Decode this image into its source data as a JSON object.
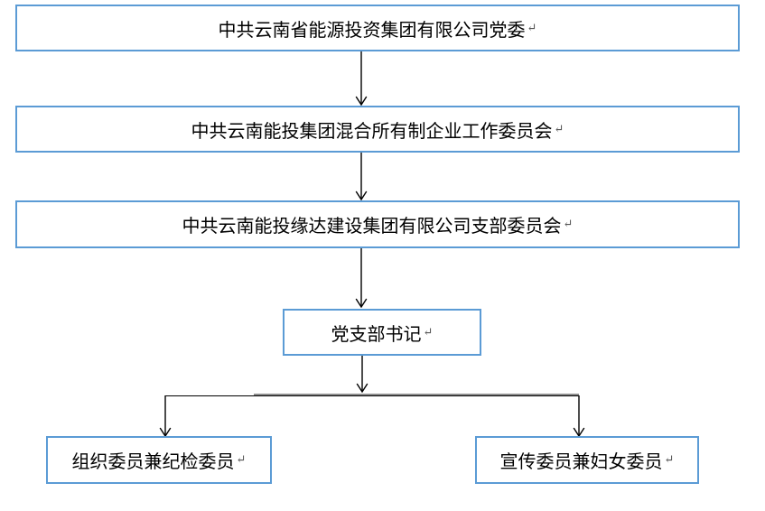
{
  "diagram": {
    "type": "org-flowchart",
    "return_mark": "↵",
    "colors": {
      "box_border": "#5b9bd5",
      "box_fill": "#ffffff",
      "connector": "#000000",
      "connector_overlap": "#8c8c8c",
      "text": "#000000",
      "background": "#ffffff"
    },
    "nodes": [
      {
        "id": "group-party-committee",
        "label": "中共云南省能源投资集团有限公司党委"
      },
      {
        "id": "mixed-ownership-work-committee",
        "label": "中共云南能投集团混合所有制企业工作委员会"
      },
      {
        "id": "yuanda-branch-committee",
        "label": "中共云南能投缘达建设集团有限公司支部委员会"
      },
      {
        "id": "party-branch-secretary",
        "label": "党支部书记"
      },
      {
        "id": "organization-discipline-member",
        "label": "组织委员兼纪检委员"
      },
      {
        "id": "publicity-women-member",
        "label": "宣传委员兼妇女委员"
      }
    ],
    "edges": [
      {
        "from": "group-party-committee",
        "to": "mixed-ownership-work-committee"
      },
      {
        "from": "mixed-ownership-work-committee",
        "to": "yuanda-branch-committee"
      },
      {
        "from": "yuanda-branch-committee",
        "to": "party-branch-secretary"
      },
      {
        "from": "party-branch-secretary",
        "to": "organization-discipline-member"
      },
      {
        "from": "party-branch-secretary",
        "to": "publicity-women-member"
      }
    ]
  }
}
